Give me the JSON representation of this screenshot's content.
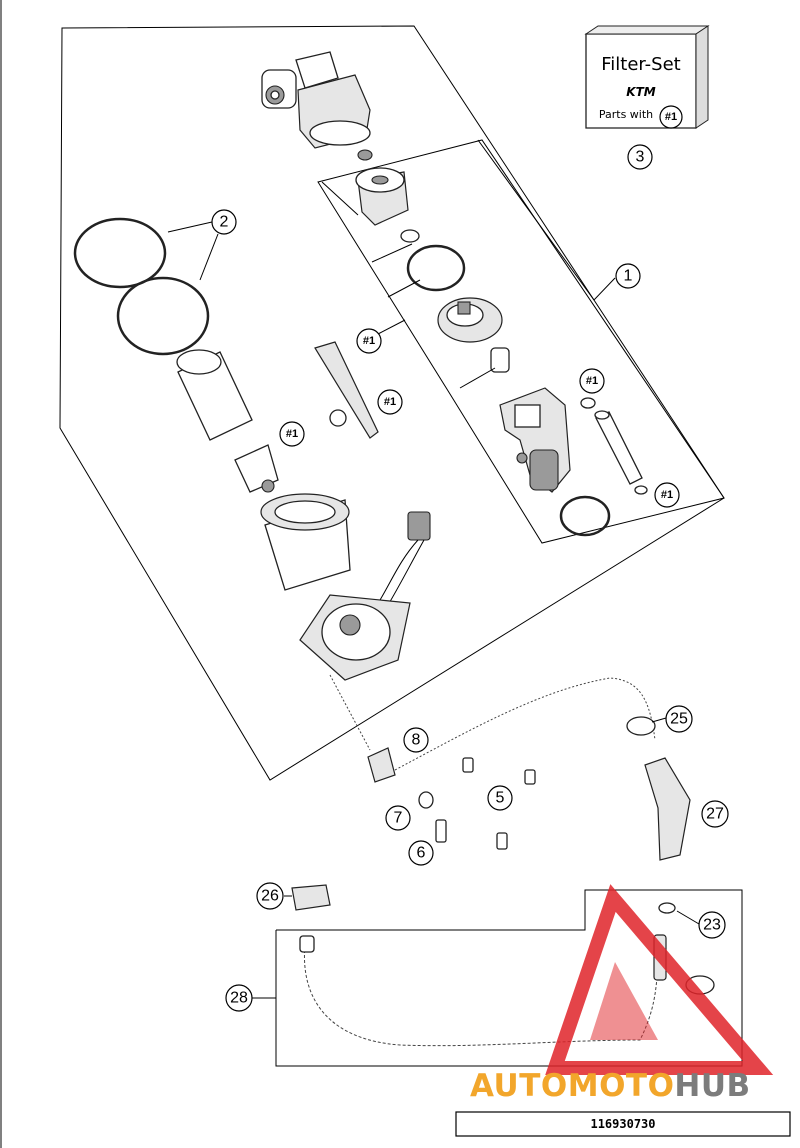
{
  "callouts": [
    "1",
    "2",
    "3",
    "5",
    "6",
    "7",
    "8",
    "23",
    "25",
    "26",
    "27",
    "28"
  ],
  "filter_set": {
    "title": "Filter-Set",
    "brand": "KTM",
    "parts_with": "Parts with",
    "badge": "#1"
  },
  "badges": [
    "#1",
    "#1",
    "#1",
    "#1",
    "#1"
  ],
  "watermark": {
    "part1": "AUTO",
    "part2": "MOTO",
    "part3": "HUB"
  },
  "doc_number": "116930730",
  "colors": {
    "watermark_red": "#e0242a",
    "watermark_orange": "#f2a62b",
    "watermark_grey": "#7c7c7c"
  }
}
